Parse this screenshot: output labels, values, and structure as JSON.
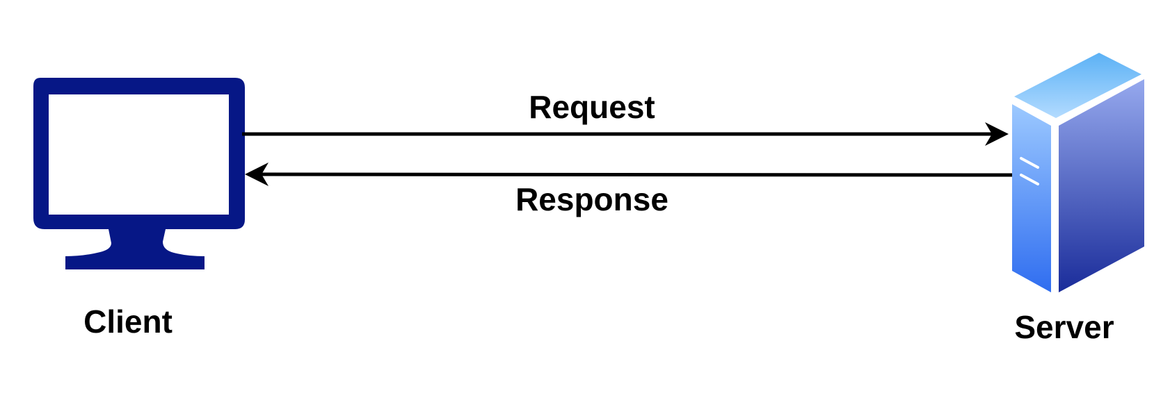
{
  "diagram": {
    "client": {
      "label": "Client",
      "icon": "monitor-icon",
      "color": "#061786"
    },
    "server": {
      "label": "Server",
      "icon": "server-tower-icon",
      "colors": {
        "top_light": "#B3DBFF",
        "top_dark": "#5BB1F5",
        "front_light": "#9CC9FF",
        "front_dark": "#2F6DF0",
        "side_light": "#96A9EE",
        "side_dark": "#1A2C9A"
      }
    },
    "request": {
      "label": "Request",
      "direction": "client-to-server"
    },
    "response": {
      "label": "Response",
      "direction": "server-to-client"
    }
  }
}
